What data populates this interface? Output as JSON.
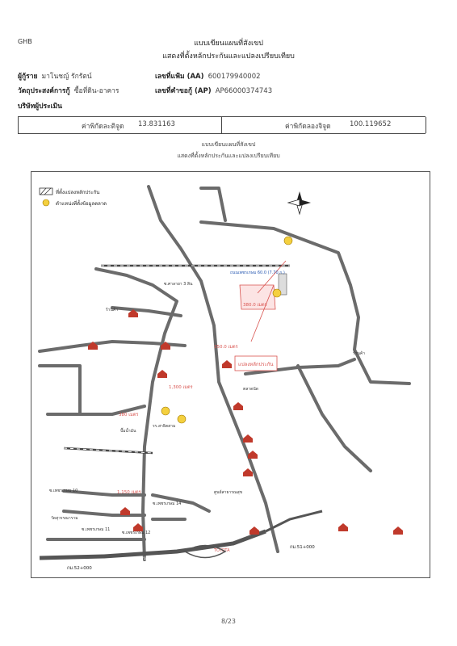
{
  "header": {
    "bank": "GHB",
    "title_line1": "แบบเขียนแผนที่สังเขป",
    "title_line2": "แสดงที่ตั้งหลักประกันและแปลงเปรียบเทียบ"
  },
  "info": {
    "borrower_label": "ผู้กู้ราย",
    "borrower_value": "มาโนชญ์ รักรัตน์",
    "purpose_label": "วัตถุประสงค์การกู้",
    "purpose_value": "ซื้อที่ดิน-อาคาร",
    "appraiser_label": "บริษัทผู้ประเมิน",
    "file_no_label": "เลขที่แฟ้ม (AA)",
    "file_no_value": "600179940002",
    "request_no_label": "เลขที่คำขอกู้ (AP)",
    "request_no_value": "AP66000374743"
  },
  "coords": {
    "lat_label": "ค่าพิกัดละติจูด",
    "lat_value": "13.831163",
    "lon_label": "ค่าพิกัดลองจิจูด",
    "lon_value": "100.119652"
  },
  "map_title_line1": "แบบเขียนแผนที่สังเขป",
  "map_title_line2": "แสดงที่ตั้งหลักประกันและแปลงเปรียบเทียบ",
  "map": {
    "legend_collateral": "ที่ตั้งแปลงหลักประกัน",
    "legend_comparison": "ตำแหน่งที่ตั้งข้อมูลตลาด",
    "collateral_box": "แปลงหลักประกัน",
    "labels": {
      "bypass": "ถนนเพชรเกษม",
      "ra_distance_top": "380.0 เมตร",
      "ra_distance_mid": "350.0 เมตร",
      "ra_distance_left": "1,300 เมตร",
      "ra_distance_low": "1,150 เมตร",
      "ra_distance_school": "380 เมตร",
      "soi_suksa": "ซ.ศาลายา 3 สิน",
      "bypass_note": "ถนนเพชรเกษม 60.0 (7.70 ก.)",
      "km_start": "กม.52+000",
      "km_end": "กม.51+000",
      "soi_10": "ซ.เพชรเกษม 10",
      "soi_14": "ซ.เพชรเกษม 14",
      "soi_12": "ซ.เพชรเกษม 12",
      "soi_11": "ซ.เพชรเกษม 11",
      "temple": "วัดสุวรรณาราม",
      "market": "ตลาดนัด",
      "shop": "ร้านค้า",
      "school": "รร.สาธิตสาม",
      "gas": "ปั๊มน้ำมัน",
      "clinic": "ศูนย์สาธารณสุข",
      "toyota": "TOYOTA"
    }
  },
  "page": "8/23"
}
